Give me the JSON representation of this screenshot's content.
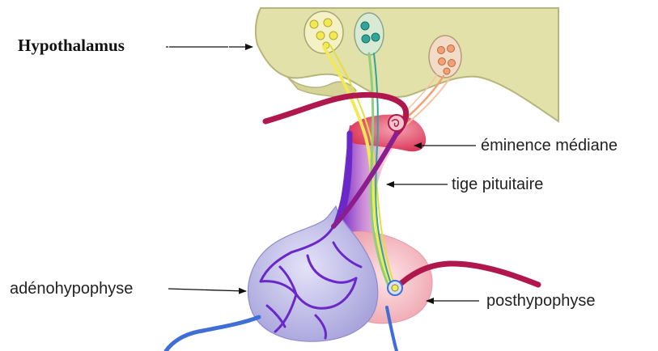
{
  "labels": {
    "hypothalamus": "Hypothalamus",
    "eminence": "éminence médiane",
    "tige": "tige pituitaire",
    "adeno": "adénohypophyse",
    "posthypophyse": "posthypophyse"
  },
  "colors": {
    "hypothalamus_fill": "#e2e1a9",
    "hypothalamus_edge": "#b7b57a",
    "artery": "#b0174c",
    "vein_blue": "#3f6fd6",
    "portal_purple": "#6a28c8",
    "adeno_fill": "#b9b6e6",
    "posthypophyse_fill": "#f4b9c0",
    "stalk_fill": "#f7cfd4",
    "neuron_yellow": "#f2ea55",
    "neuron_green": "#2fa69a",
    "neuron_peach": "#f4a074",
    "eminence_red": "#d8284a"
  }
}
